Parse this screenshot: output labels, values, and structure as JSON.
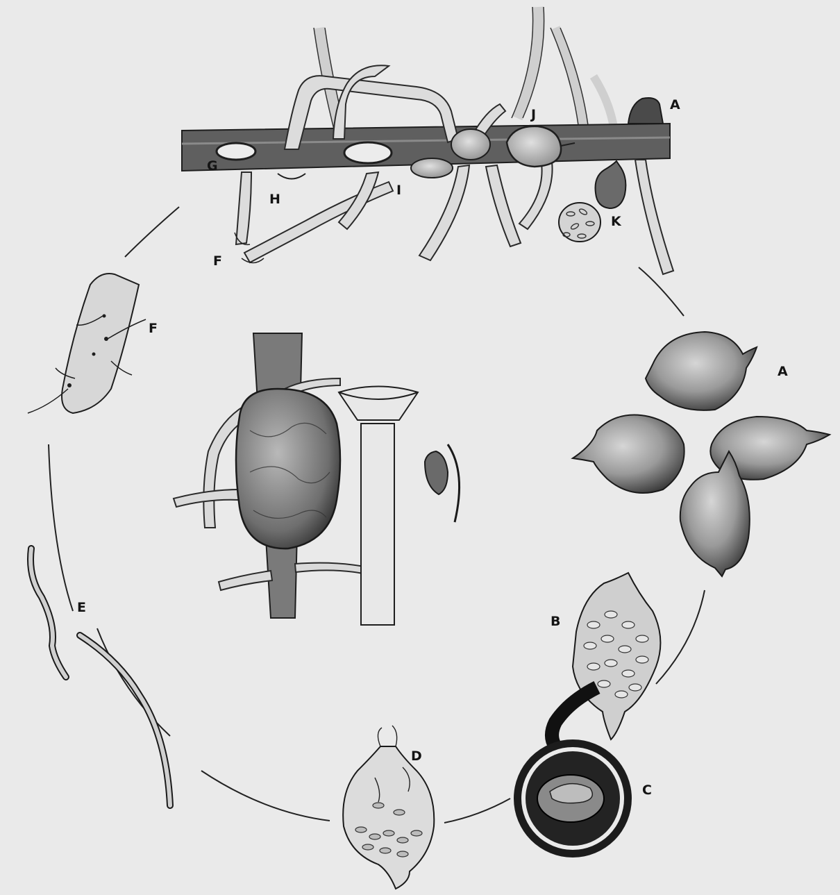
{
  "figure": {
    "labels": {
      "a_root": "A",
      "a_cysts": "A",
      "b": "B",
      "c": "C",
      "d": "D",
      "e": "E",
      "f_root": "F",
      "f_tip": "F",
      "g": "G",
      "h": "H",
      "i": "I",
      "j": "J",
      "k": "K"
    },
    "colors": {
      "background": "#eaeaea",
      "ink": "#141414",
      "root_fill": "#5e5e5e",
      "light_fill": "#d9d9d9",
      "cyst_fill": "#8a8a8a",
      "dark_fill": "#1c1c1c"
    }
  }
}
